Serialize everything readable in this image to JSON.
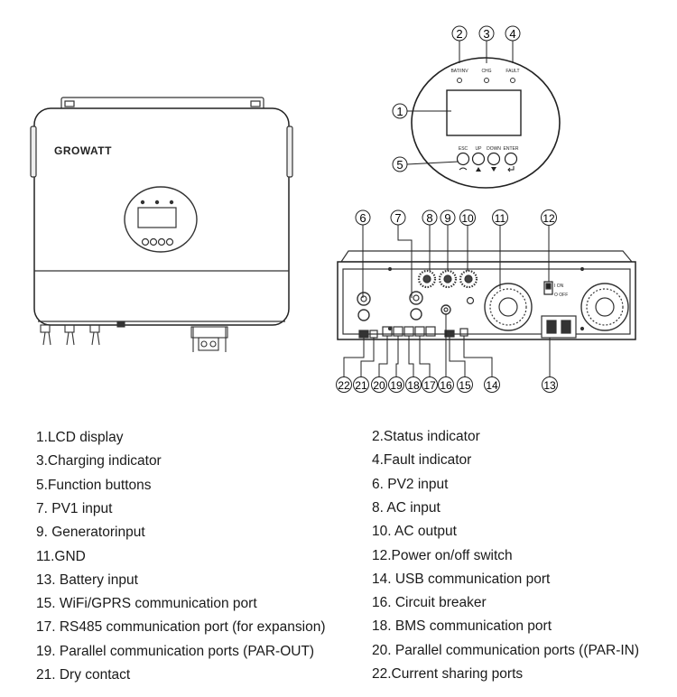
{
  "brand": "GROWATT",
  "panel_labels": {
    "bat": "BAT/INV",
    "chg": "CHG",
    "fault": "FAULT",
    "esc": "ESC",
    "up": "UP",
    "down": "DOWN",
    "enter": "ENTER",
    "switch_on": "I  ON",
    "switch_off": "O OFF"
  },
  "callouts": {
    "c1": "1",
    "c2": "2",
    "c3": "3",
    "c4": "4",
    "c5": "5",
    "c6": "6",
    "c7": "7",
    "c8": "8",
    "c9": "9",
    "c10": "10",
    "c11": "11",
    "c12": "12",
    "c13": "13",
    "c14": "14",
    "c15": "15",
    "c16": "16",
    "c17": "17",
    "c18": "18",
    "c19": "19",
    "c20": "20",
    "c21": "21",
    "c22": "22"
  },
  "legend": [
    "1.LCD display",
    "2.Status indicator",
    "3.Charging indicator",
    "4.Fault indicator",
    "5.Function buttons",
    "6. PV2 input",
    "7. PV1 input",
    "8. AC input",
    "9. Generatorinput",
    "10. AC output",
    "11.GND",
    "12.Power on/off switch",
    "13. Battery input",
    "14. USB communication port",
    "15. WiFi/GPRS communication port",
    "16. Circuit breaker",
    "17. RS485 communication port (for expansion)",
    "18. BMS communication port",
    "19. Parallel communication ports (PAR-OUT)",
    "20. Parallel communication ports ((PAR-IN)",
    "21. Dry contact",
    "22.Current sharing ports"
  ]
}
